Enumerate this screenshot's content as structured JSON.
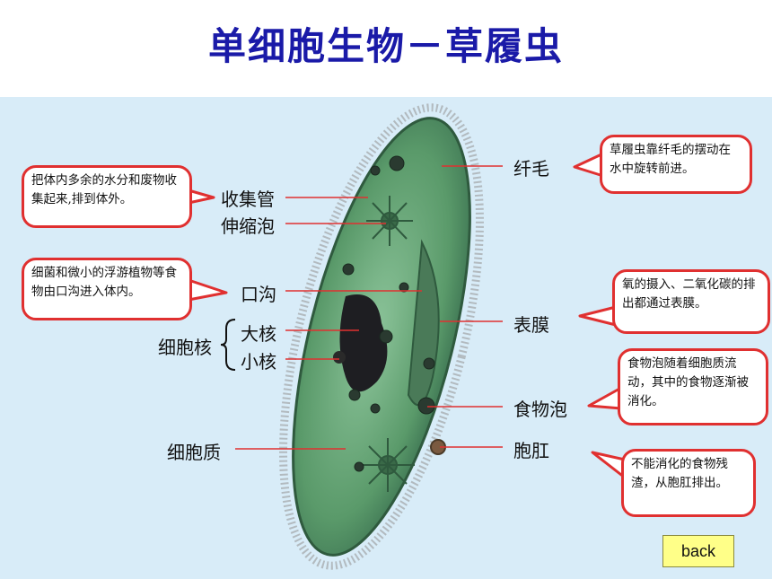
{
  "title": "单细胞生物－草履虫",
  "labels": {
    "cilia": "纤毛",
    "collecting_duct": "收集管",
    "contractile_vacuole": "伸缩泡",
    "oral_groove": "口沟",
    "nucleus": "细胞核",
    "macronucleus": "大核",
    "micronucleus": "小核",
    "cytoplasm": "细胞质",
    "membrane": "表膜",
    "food_vacuole": "食物泡",
    "anal_pore": "胞肛"
  },
  "bubbles": {
    "cilia": "草履虫靠纤毛的摆动在水中旋转前进。",
    "collecting": "把体内多余的水分和废物收集起来,排到体外。",
    "oral": "细菌和微小的浮游植物等食物由口沟进入体内。",
    "membrane": "氧的摄入、二氧化碳的排出都通过表膜。",
    "food": "食物泡随着细胞质流动，其中的食物逐渐被消化。",
    "anal": "不能消化的食物残渣，从胞肛排出。"
  },
  "back_label": "back",
  "colors": {
    "title": "#1a1aa8",
    "bubble_border": "#e03030",
    "panel": "#d8ecf8",
    "cell": "#5a9a6a"
  }
}
